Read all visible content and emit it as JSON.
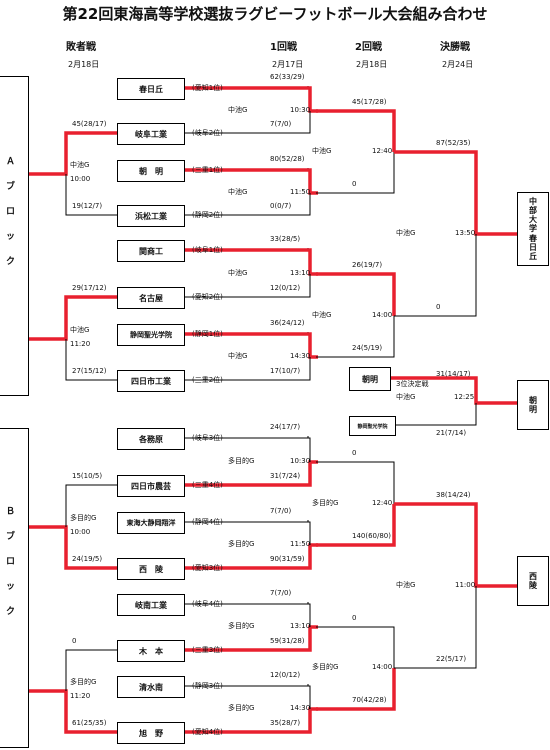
{
  "title": "第22回東海高等学校選抜ラグビーフットボール大会組み合わせ",
  "headers": {
    "losers": "敗者戦",
    "losers_date": "2月18日",
    "r1": "1回戦",
    "r1_date": "2月17日",
    "r2": "2回戦",
    "r2_date": "2月18日",
    "final": "決勝戦",
    "final_date": "2月24日"
  },
  "blocks": {
    "a": [
      "Ａ",
      "ブ",
      "ロ",
      "ッ",
      "ク"
    ],
    "b": [
      "Ｂ",
      "ブ",
      "ロ",
      "ッ",
      "ク"
    ]
  },
  "teams": [
    {
      "name": "春日丘",
      "seed": "(愛知1位)"
    },
    {
      "name": "岐阜工業",
      "seed": "(岐阜2位)"
    },
    {
      "name": "朝　明",
      "seed": "(三重1位)"
    },
    {
      "name": "浜松工業",
      "seed": "(静岡2位)"
    },
    {
      "name": "関商工",
      "seed": "(岐阜1位)"
    },
    {
      "name": "名古屋",
      "seed": "(愛知2位)"
    },
    {
      "name": "静岡聖光学院",
      "seed": "(静岡1位)"
    },
    {
      "name": "四日市工業",
      "seed": "(三重2位)"
    },
    {
      "name": "各務原",
      "seed": "(岐阜3位)"
    },
    {
      "name": "四日市農芸",
      "seed": "(三重4位)"
    },
    {
      "name": "東海大静岡翔洋",
      "seed": "(静岡4位)"
    },
    {
      "name": "西　陵",
      "seed": "(愛知3位)"
    },
    {
      "name": "岐南工業",
      "seed": "(岐阜4位)"
    },
    {
      "name": "木　本",
      "seed": "(三重3位)"
    },
    {
      "name": "清水南",
      "seed": "(静岡3位)"
    },
    {
      "name": "旭　野",
      "seed": "(愛知4位)"
    }
  ],
  "r1_scores": [
    "62(33/29)",
    "7(7/0)",
    "80(52/28)",
    "0(0/7)",
    "33(28/5)",
    "12(0/12)",
    "36(24/12)",
    "17(10/7)",
    "24(17/7)",
    "31(7/24)",
    "7(7/0)",
    "90(31/59)",
    "7(7/0)",
    "59(31/28)",
    "12(0/12)",
    "35(28/7)"
  ],
  "r1_venues": [
    {
      "venue": "中池G",
      "time": "10:30"
    },
    {
      "venue": "中池G",
      "time": "11:50"
    },
    {
      "venue": "中池G",
      "time": "13:10"
    },
    {
      "venue": "中池G",
      "time": "14:30"
    },
    {
      "venue": "多目的G",
      "time": "10:30"
    },
    {
      "venue": "多目的G",
      "time": "11:50"
    },
    {
      "venue": "多目的G",
      "time": "13:10"
    },
    {
      "venue": "多目的G",
      "time": "14:30"
    }
  ],
  "r2_scores": [
    "45(17/28)",
    "0",
    "26(19/7)",
    "24(5/19)",
    "0",
    "140(60/80)",
    "0",
    "70(42/28)"
  ],
  "r2_venues": [
    {
      "venue": "中池G",
      "time": "12:40"
    },
    {
      "venue": "中池G",
      "time": "14:00"
    },
    {
      "venue": "多目的G",
      "time": "12:40"
    },
    {
      "venue": "多目的G",
      "time": "14:00"
    }
  ],
  "final_scores": [
    "87(52/35)",
    "0",
    "38(14/24)",
    "22(5/17)"
  ],
  "final_venues": [
    {
      "venue": "中池G",
      "time": "13:50"
    },
    {
      "venue": "中池G",
      "time": "11:00"
    }
  ],
  "block_winners": {
    "a": [
      "中",
      "部",
      "大",
      "学",
      "春",
      "日",
      "丘"
    ],
    "b": [
      "西",
      "陵"
    ]
  },
  "losers": {
    "scores": [
      "45(28/17)",
      "19(12/7)",
      "29(17/12)",
      "27(15/12)",
      "15(10/5)",
      "24(19/5)",
      "0",
      "61(25/35)"
    ],
    "venues": [
      {
        "venue": "中池G",
        "time": "10:00"
      },
      {
        "venue": "中池G",
        "time": "11:20"
      },
      {
        "venue": "多目的G",
        "time": "10:00"
      },
      {
        "venue": "多目的G",
        "time": "11:20"
      }
    ]
  },
  "third_place": {
    "label": "3位決定戦",
    "venue": "中池G",
    "time": "12:25",
    "team1": "朝明",
    "team2": "静岡聖光学院",
    "score1": "31(14/17)",
    "score2": "21(7/14)",
    "winner": [
      "朝",
      "明"
    ]
  },
  "colors": {
    "winner_line": "#e8202f",
    "line": "#000000"
  }
}
